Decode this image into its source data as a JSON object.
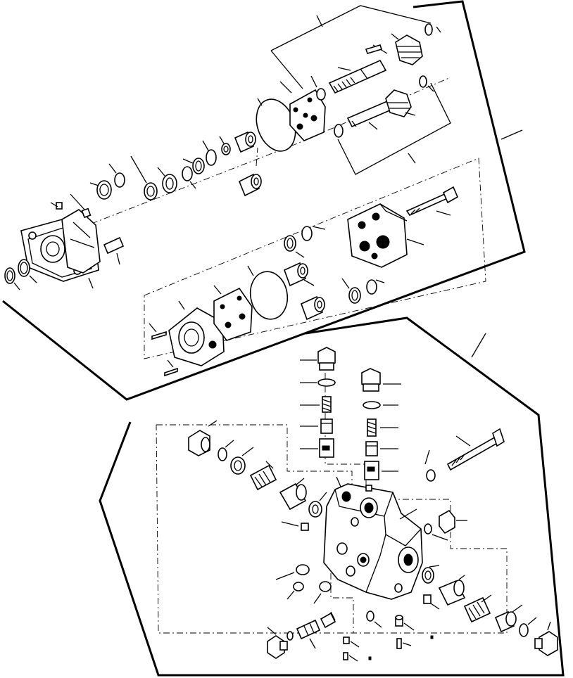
{
  "diagram": {
    "style": "exploded-parts-line-drawing",
    "colors": {
      "line": "#000000",
      "background": "#ffffff"
    },
    "assemblies": [
      "gear-pump-assembly",
      "control-valve-assembly"
    ]
  }
}
